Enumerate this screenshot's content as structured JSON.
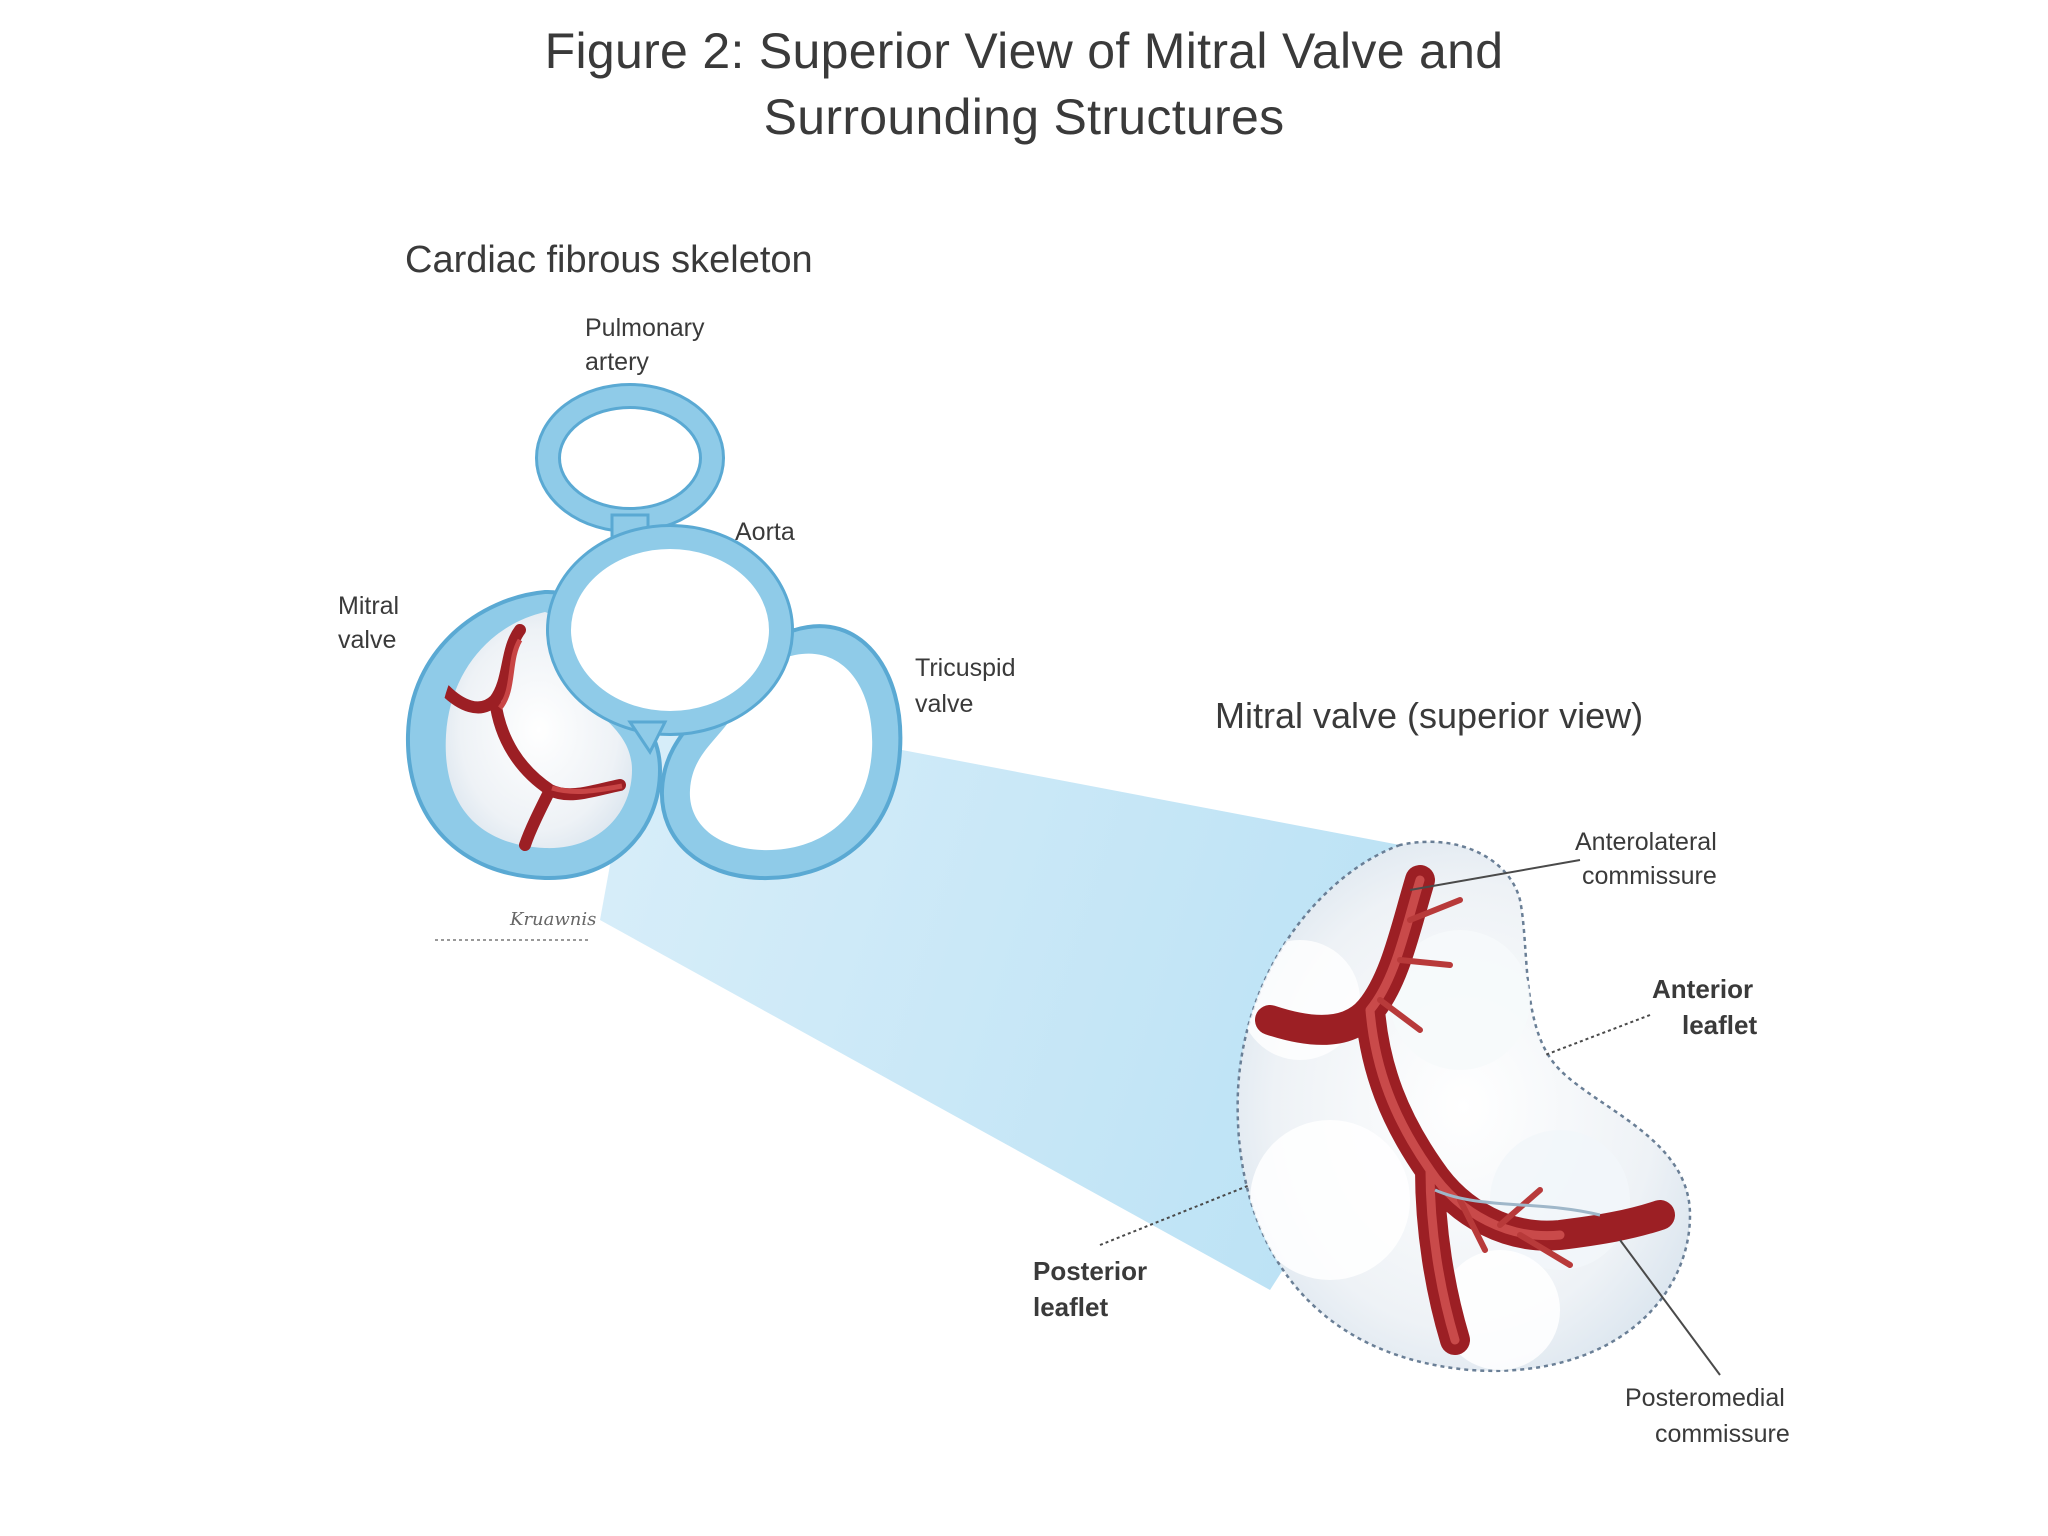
{
  "title": {
    "line1": "Figure 2: Superior View of Mitral Valve and",
    "line2": "Surrounding Structures"
  },
  "left_panel": {
    "heading": "Cardiac fibrous skeleton",
    "pulmonary_artery": [
      "Pulmonary",
      "artery"
    ],
    "aorta": "Aorta",
    "mitral_valve": [
      "Mitral",
      "valve"
    ],
    "tricuspid_valve": [
      "Tricuspid",
      "valve"
    ]
  },
  "right_panel": {
    "heading": "Mitral valve (superior view)",
    "anterolateral_commissure": [
      "Anterolateral",
      "commissure"
    ],
    "anterior_leaflet": [
      "Anterior",
      "leaflet"
    ],
    "posterior_leaflet": [
      "Posterior",
      "leaflet"
    ],
    "posteromedial_commissure": [
      "Posteromedial",
      "commissure"
    ]
  },
  "colors": {
    "ring_fill": "#8fcbe8",
    "ring_stroke": "#5aa9d3",
    "tissue_red": "#9c1f24",
    "zoom_beam": "#bfe3f5",
    "tissue_white": "#eef3f7"
  }
}
